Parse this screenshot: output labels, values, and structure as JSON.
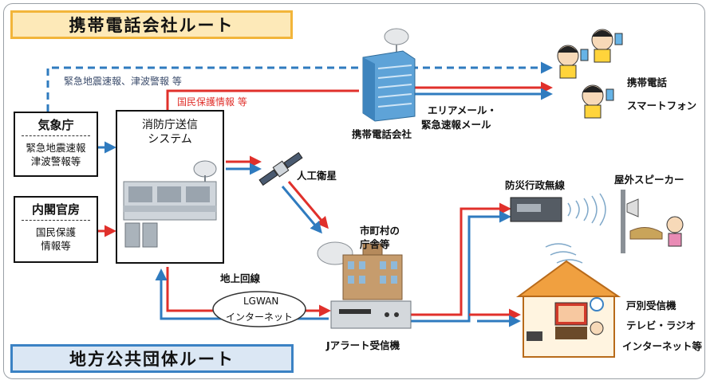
{
  "routes": {
    "mobile": "携帯電話会社ルート",
    "local": "地方公共団体ルート"
  },
  "sources": {
    "jma": {
      "title": "気象庁",
      "items": [
        "緊急地震速報",
        "津波警報等"
      ]
    },
    "cabinet": {
      "title": "内閣官房",
      "items": [
        "国民保護",
        "情報等"
      ]
    }
  },
  "fdma": {
    "line1": "消防庁送信",
    "line2": "システム"
  },
  "labels": {
    "eq_tsunami": "緊急地震速報、津波警報 等",
    "civil_protection": "国民保護情報 等",
    "carrier": "携帯電話会社",
    "area_mail_1": "エリアメール・",
    "area_mail_2": "緊急速報メール",
    "phone": "携帯電話",
    "smartphone": "スマートフォン",
    "satellite": "人工衛星",
    "municipality_1": "市町村の",
    "municipality_2": "庁舎等",
    "ground_line": "地上回線",
    "lgwan_1": "LGWAN",
    "lgwan_2": "インターネット",
    "jalert_receiver": "Jアラート受信機",
    "disaster_radio": "防災行政無線",
    "outdoor_speaker": "屋外スピーカー",
    "home_1": "戸別受信機",
    "home_2": "テレビ・ラジオ",
    "home_3": "インターネット等"
  },
  "colors": {
    "red": "#e0302b",
    "blue": "#2f7bbf",
    "gold": "#f2b53a"
  }
}
